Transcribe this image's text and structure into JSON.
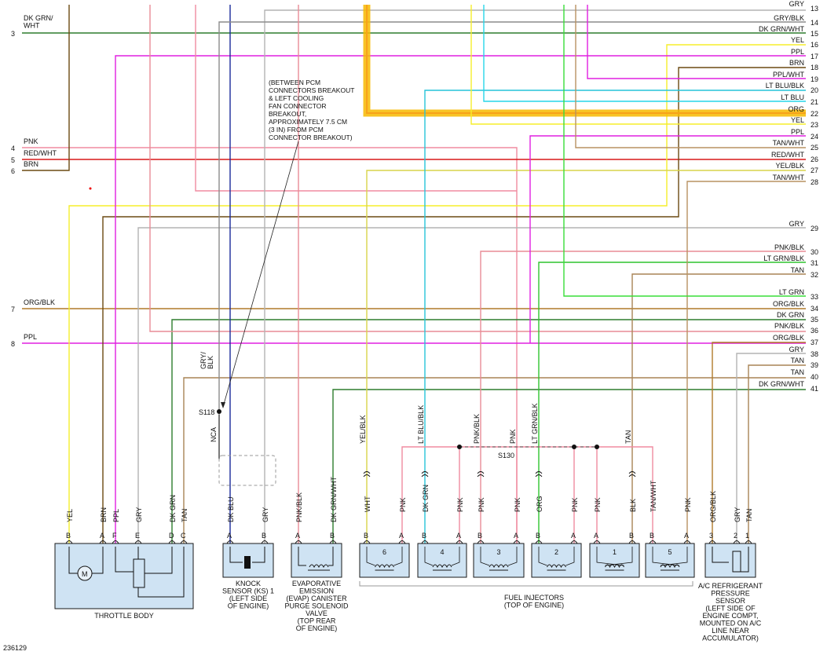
{
  "figure_id": "236129",
  "colors": {
    "GRY": "#b3b3b3",
    "GRY/BLK": "#8c8c8c",
    "DK GRN/WHT": "#2e7d2e",
    "DK GRN": "#2e7d2e",
    "YEL": "#f5ee2a",
    "PPL": "#e020e0",
    "BRN": "#6b4a12",
    "PPL/WHT": "#e020e0",
    "LT BLU/BLK": "#27c4d8",
    "LT BLU": "#27d6e8",
    "ORG": "#f7a21b",
    "PNK": "#f08ca0",
    "TAN/WHT": "#b89262",
    "TAN": "#a88455",
    "RED/WHT": "#d81818",
    "YEL/BLK": "#d9d44a",
    "LT GRN/BLK": "#2fc42f",
    "LT GRN": "#39dd39",
    "PNK/BLK": "#e88c96",
    "ORG/BLK": "#b07a2a",
    "DK BLU": "#1a2a9a",
    "BLK": "#555555",
    "highlight": "#f7b900"
  },
  "left_pins": [
    {
      "num": "3",
      "label": "DK GRN/\nWHT"
    },
    {
      "num": "4",
      "label": "PNK"
    },
    {
      "num": "5",
      "label": "RED/WHT"
    },
    {
      "num": "6",
      "label": "BRN"
    },
    {
      "num": "7",
      "label": "ORG/BLK"
    },
    {
      "num": "8",
      "label": "PPL"
    }
  ],
  "right_pins": [
    {
      "num": "13",
      "label": "GRY"
    },
    {
      "num": "14",
      "label": "GRY/BLK"
    },
    {
      "num": "15",
      "label": "DK GRN/WHT"
    },
    {
      "num": "16",
      "label": "YEL"
    },
    {
      "num": "17",
      "label": "PPL"
    },
    {
      "num": "18",
      "label": "BRN"
    },
    {
      "num": "19",
      "label": "PPL/WHT"
    },
    {
      "num": "20",
      "label": "LT BLU/BLK"
    },
    {
      "num": "21",
      "label": "LT BLU"
    },
    {
      "num": "22",
      "label": "ORG"
    },
    {
      "num": "23",
      "label": "YEL"
    },
    {
      "num": "24",
      "label": "PPL"
    },
    {
      "num": "25",
      "label": "TAN/WHT"
    },
    {
      "num": "26",
      "label": "RED/WHT"
    },
    {
      "num": "27",
      "label": "YEL/BLK"
    },
    {
      "num": "28",
      "label": "TAN/WHT"
    },
    {
      "num": "29",
      "label": "GRY"
    },
    {
      "num": "30",
      "label": "PNK/BLK"
    },
    {
      "num": "31",
      "label": "LT GRN/BLK"
    },
    {
      "num": "32",
      "label": "TAN"
    },
    {
      "num": "33",
      "label": "LT GRN"
    },
    {
      "num": "34",
      "label": "ORG/BLK"
    },
    {
      "num": "35",
      "label": "DK GRN"
    },
    {
      "num": "36",
      "label": "PNK/BLK"
    },
    {
      "num": "37",
      "label": "ORG/BLK"
    },
    {
      "num": "38",
      "label": "GRY"
    },
    {
      "num": "39",
      "label": "TAN"
    },
    {
      "num": "40",
      "label": "TAN"
    },
    {
      "num": "41",
      "label": "DK GRN/WHT"
    }
  ],
  "note": "(BETWEEN PCM\nCONNECTORS BREAKOUT\n& LEFT COOLING\nFAN CONNECTOR\nBREAKOUT,\nAPPROXIMATELY 7.5 CM\n(3 IN) FROM PCM\nCONNECTOR BREAKOUT)",
  "splices": {
    "s118": "S118",
    "s130": "S130"
  },
  "vertical_labels": {
    "gry_blk": "GRY/\nBLK",
    "nca": "NCA",
    "yel_blk": "YEL/BLK",
    "lt_blu_blk": "LT BLU/BLK",
    "pnk_blk": "PNK/BLK",
    "pnk": "PNK",
    "lt_grn_blk": "LT GRN/BLK",
    "tan": "TAN"
  },
  "components": {
    "throttle_body": {
      "name": "THROTTLE BODY",
      "pins": [
        {
          "letter": "B",
          "wire": "YEL"
        },
        {
          "letter": "A",
          "wire": "BRN"
        },
        {
          "letter": "F",
          "wire": "PPL"
        },
        {
          "letter": "E",
          "wire": "GRY"
        },
        {
          "letter": "D",
          "wire": "DK GRN"
        },
        {
          "letter": "C",
          "wire": "TAN"
        }
      ],
      "motor": "M"
    },
    "knock_sensor": {
      "name": "KNOCK\nSENSOR (KS) 1\n(LEFT SIDE\nOF ENGINE)",
      "pins": [
        {
          "letter": "A",
          "wire": "DK BLU"
        },
        {
          "letter": "B",
          "wire": "GRY"
        }
      ]
    },
    "evap": {
      "name": "EVAPORATIVE\nEMISSION\n(EVAP) CANISTER\nPURGE SOLENOID\nVALVE\n(TOP REAR\nOF ENGINE)",
      "pins": [
        {
          "letter": "A",
          "wire": "PNK/BLK"
        },
        {
          "letter": "B",
          "wire": "DK GRN/WHT"
        }
      ]
    },
    "fuel_injectors": {
      "name": "FUEL INJECTORS\n(TOP OF ENGINE)",
      "injectors": [
        {
          "num": "6",
          "pinB": "B",
          "wireB": "WHT",
          "pinA": "A",
          "wireA": "PNK"
        },
        {
          "num": "4",
          "pinB": "B",
          "wireB": "DK GRN",
          "pinA": "A",
          "wireA": "PNK"
        },
        {
          "num": "3",
          "pinB": "B",
          "wireB": "PNK",
          "pinA": "A",
          "wireA": "PNK"
        },
        {
          "num": "2",
          "pinB": "B",
          "wireB": "ORG",
          "pinA": "A",
          "wireA": "PNK"
        },
        {
          "num": "1",
          "pinB": "B",
          "wireB": "BLK",
          "pinA": "A",
          "wireA": "PNK"
        },
        {
          "num": "5",
          "pinB": "A",
          "wireB": "PNK",
          "pinA": "B",
          "wireA": "TAN/WHT"
        }
      ]
    },
    "ac_sensor": {
      "name": "A/C REFRIGERANT\nPRESSURE\nSENSOR\n(LEFT SIDE OF\nENGINE COMPT,\nMOUNTED ON A/C\nLINE NEAR\nACCUMULATOR)",
      "pins": [
        {
          "num": "3",
          "wire": "ORG/BLK"
        },
        {
          "num": "2",
          "wire": "GRY"
        },
        {
          "num": "1",
          "wire": "TAN"
        }
      ]
    }
  }
}
